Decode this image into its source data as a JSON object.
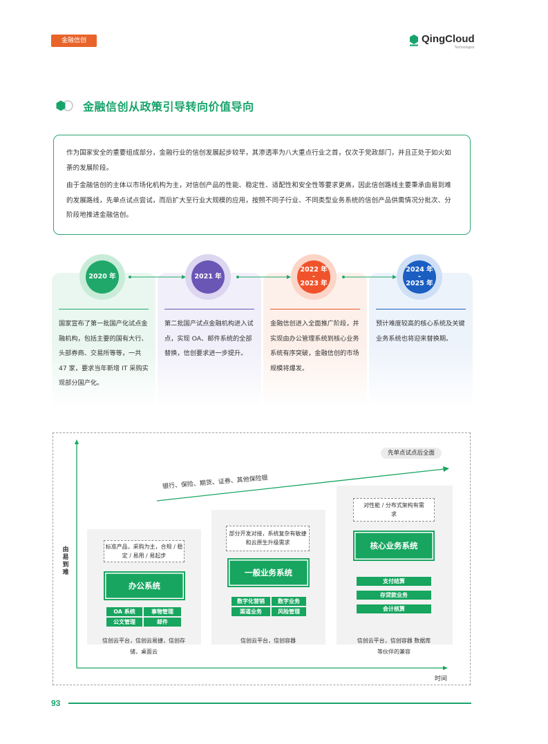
{
  "header": {
    "tag": "金融信创",
    "logo_name": "QingCloud",
    "logo_sub": "Technologies"
  },
  "section": {
    "title": "金融信创从政策引导转向价值导向"
  },
  "intro": {
    "paragraphs": [
      "作为国家安全的重要组成部分，金融行业的信创发展起步较早，其渗透率为八大重点行业之首，仅次于党政部门，并且正处于如火如荼的发展阶段。",
      "由于金融信创的主体以市场化机构为主，对信创产品的性能、稳定性、适配性和安全性等要求更高，因此信创路线主要秉承由易到难的发展路线，先单点试点尝试，而后扩大至行业大规模的应用，按照不同子行业、不同类型业务系统的信创产品供需情况分批次、分阶段地推进金融信创。"
    ]
  },
  "timeline": [
    {
      "year_lines": [
        "2020 年"
      ],
      "text": "国家宣布了第一批国产化试点金融机构，包括主要的国有大行、头部券商、交易所等等，一共 47 家，要求当年新增 IT 采购实现部分国产化。",
      "color": "#1fa86a",
      "ring": "#c9ecd9",
      "bg": "#eaf7f0"
    },
    {
      "year_lines": [
        "2021 年"
      ],
      "text": "第二批国产试点金融机构进入试点，实现 OA、邮件系统的全部替换，信创要求进一步提升。",
      "color": "#6a56b5",
      "ring": "#dcd6f0",
      "bg": "#f1eff9"
    },
    {
      "year_lines": [
        "2022 年",
        "-",
        "2023 年"
      ],
      "text": "金融信创进入全面推广阶段，并实现由办公管理系统到核心业务系统有序突破，金融信创的市场规模将爆发。",
      "color": "#f0532b",
      "ring": "#fbd5c8",
      "bg": "#fdf0ea"
    },
    {
      "year_lines": [
        "2024 年",
        "-",
        "2025 年"
      ],
      "text": "预计难度较高的核心系统及关键业务系统也将迎来替换期。",
      "color": "#1b5ec2",
      "ring": "#cfe0f6",
      "bg": "#edf3fb"
    }
  ],
  "diagram": {
    "y_label": "由易到难",
    "x_label": "时间",
    "arrow_label": "银行、保险、期货、证券、其他保险银",
    "pill": "先单点试点后全面",
    "stages": [
      {
        "note": "标准产品，采购为主，合规 / 稳定 / 易用 / 易起步",
        "title": "办公系统",
        "items": [
          "OA 系统",
          "事物管理",
          "公文管理",
          "邮件"
        ],
        "caption": "信创云平台，信创云易捷，信创存储，桌面云"
      },
      {
        "note": "部分开发对接，系统复杂有敏捷和云原生升级需求",
        "title": "一般业务系统",
        "items": [
          "数字化营销",
          "数字业务",
          "渠道业务",
          "风险管理"
        ],
        "caption": "信创云平台，信创容器"
      },
      {
        "note": "对性能 / 分布式架构有需求",
        "title": "核心业务系统",
        "items": [
          "支付结算",
          "存贷款业务",
          "会计核算"
        ],
        "caption": "信创云平台，信创容器 数据库等伙伴的兼容"
      }
    ]
  },
  "footer": {
    "page_number": "93"
  },
  "colors": {
    "brand_green": "#18a36b",
    "tag_orange": "#e8642a"
  }
}
